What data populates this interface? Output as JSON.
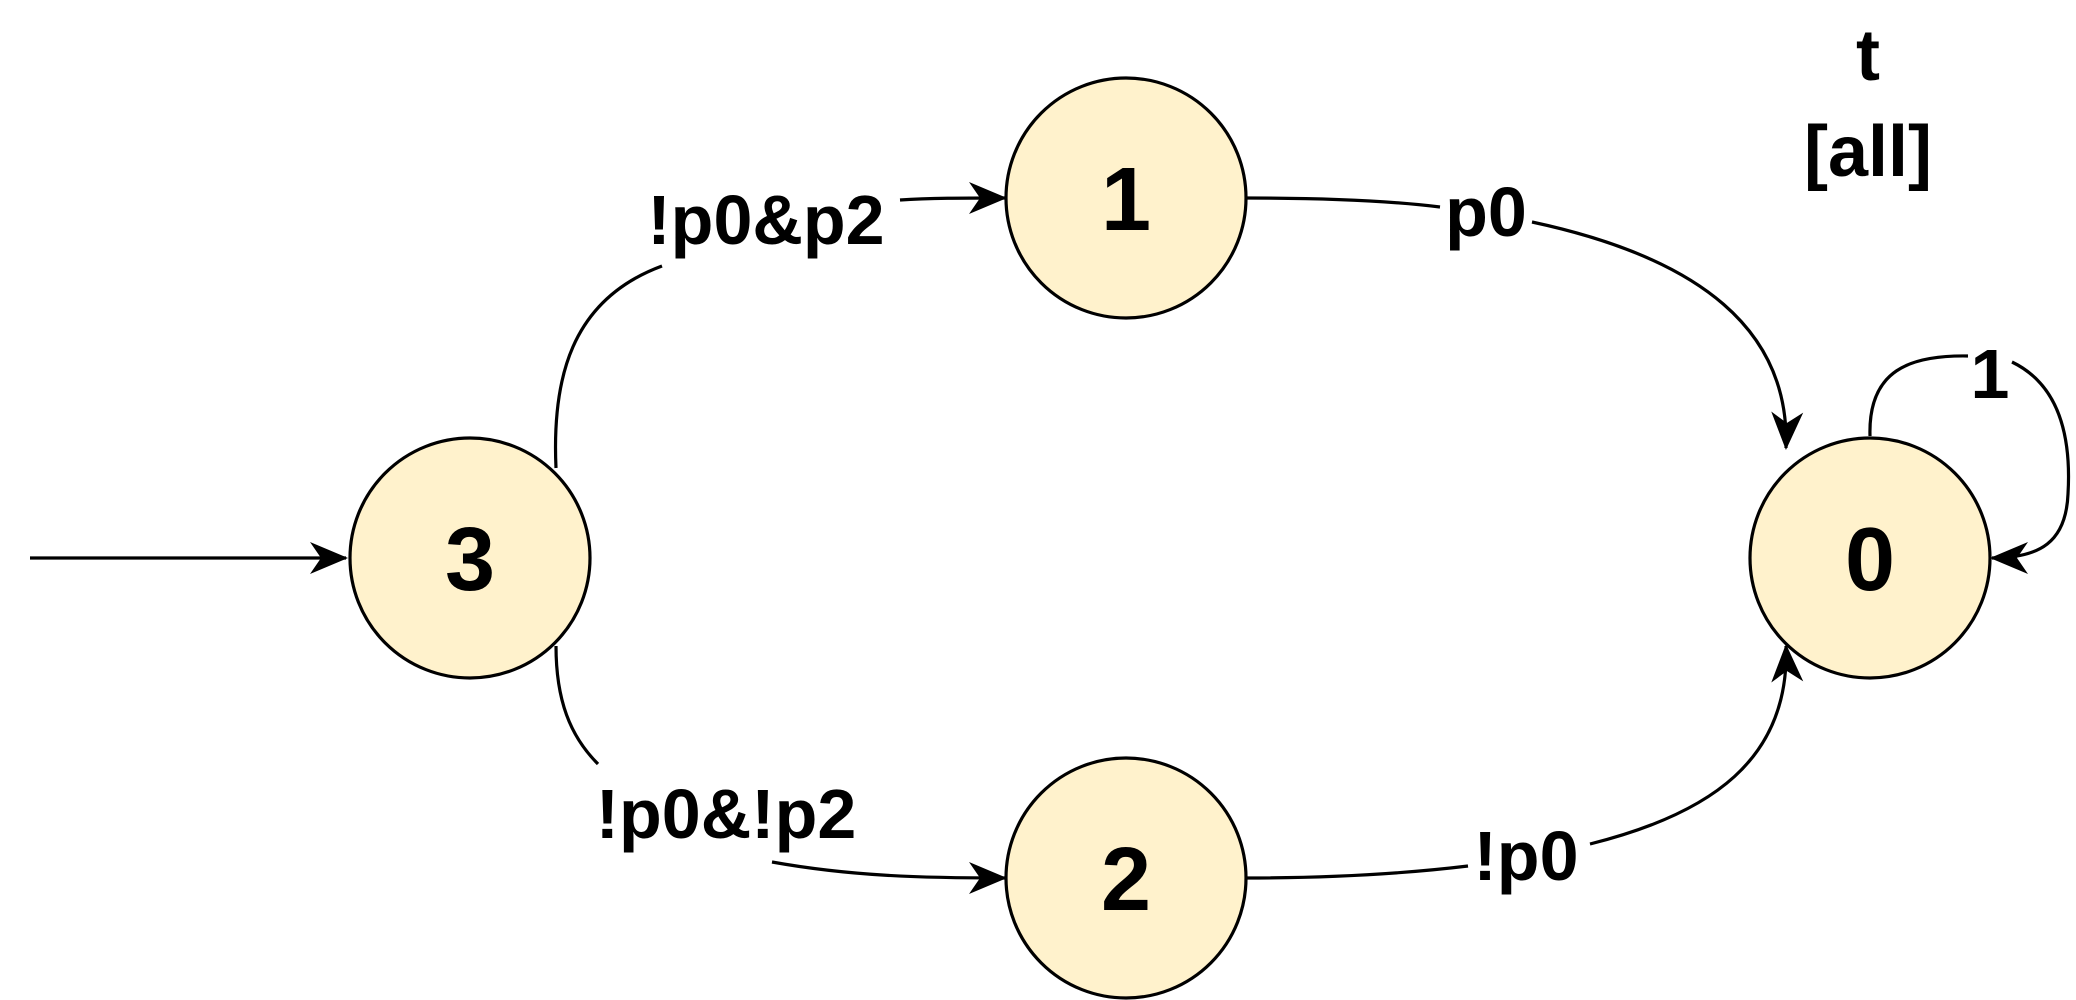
{
  "automaton": {
    "acceptance_name": "t",
    "acceptance_condition": "[all]",
    "initial_state": "3",
    "states": [
      {
        "id": "3",
        "label": "3"
      },
      {
        "id": "1",
        "label": "1"
      },
      {
        "id": "2",
        "label": "2"
      },
      {
        "id": "0",
        "label": "0"
      }
    ],
    "transitions": [
      {
        "from": "3",
        "to": "1",
        "label": "!p0&p2"
      },
      {
        "from": "3",
        "to": "2",
        "label": "!p0&!p2"
      },
      {
        "from": "1",
        "to": "0",
        "label": "p0"
      },
      {
        "from": "2",
        "to": "0",
        "label": "!p0"
      },
      {
        "from": "0",
        "to": "0",
        "label": "1"
      }
    ]
  },
  "colors": {
    "state_fill": "#fff2cc",
    "stroke": "#000000",
    "background": "#ffffff"
  }
}
